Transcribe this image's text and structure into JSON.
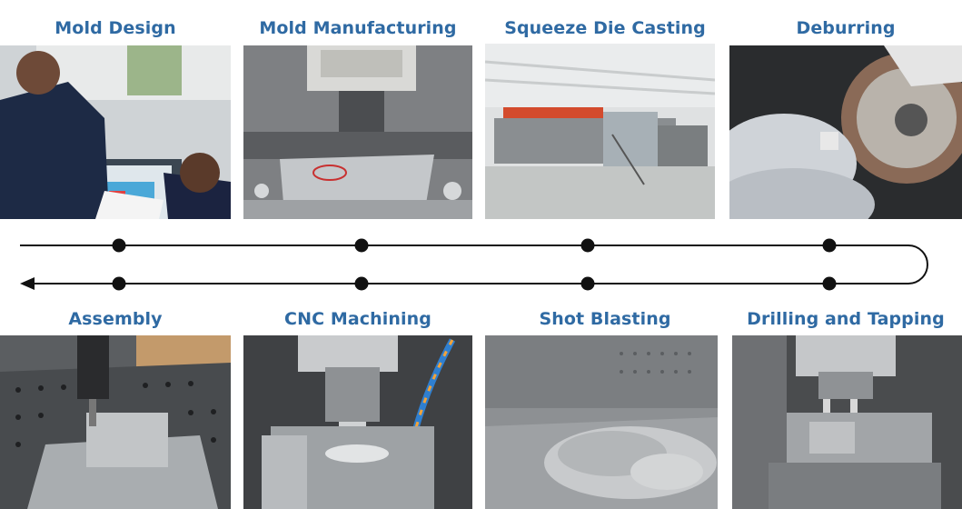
{
  "steps_top": [
    {
      "id": "mold-design",
      "label": "Mold Design"
    },
    {
      "id": "mold-manufacturing",
      "label": "Mold Manufacturing"
    },
    {
      "id": "squeeze-die-casting",
      "label": "Squeeze Die Casting"
    },
    {
      "id": "deburring",
      "label": "Deburring"
    }
  ],
  "steps_bottom": [
    {
      "id": "assembly",
      "label": "Assembly"
    },
    {
      "id": "cnc-machining",
      "label": "CNC Machining"
    },
    {
      "id": "shot-blasting",
      "label": "Shot Blasting"
    },
    {
      "id": "drilling-and-tapping",
      "label": "Drilling and Tapping"
    }
  ],
  "colors": {
    "title": "#2f6aa3",
    "flow_line": "#111111"
  }
}
